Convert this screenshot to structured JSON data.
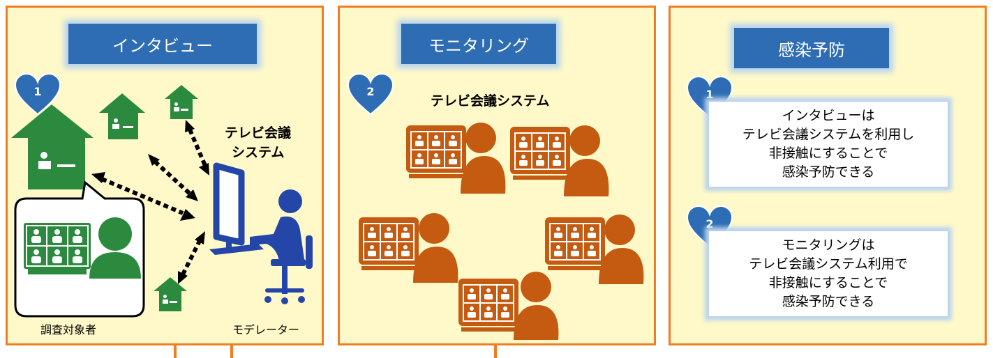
{
  "panels": [
    {
      "title": "インタビュー",
      "heart_number": "1",
      "system_label_line1": "テレビ会議",
      "system_label_line2": "システム",
      "caption_left": "調査対象者",
      "caption_right": "モデレーター"
    },
    {
      "title": "モニタリング",
      "heart_number": "2",
      "system_label": "テレビ会議システム"
    },
    {
      "title": "感染予防",
      "items": [
        {
          "number": "1",
          "lines": [
            "インタビューは",
            "テレビ会議システムを利用し",
            "非接触にすることで",
            "感染予防できる"
          ]
        },
        {
          "number": "2",
          "lines": [
            "モニタリングは",
            "テレビ会議システム利用で",
            "非接触にすることで",
            "感染予防できる"
          ]
        }
      ]
    }
  ],
  "colors": {
    "panel_fill": "#fff9c9",
    "panel_border": "#ef7d22",
    "title_fill": "#2e6db4",
    "heart": "#2e6db4",
    "green": "#2b8a3e",
    "blue_person": "#2346a8",
    "brown": "#c55a11"
  },
  "icons": [
    "heart-icon",
    "house-icon",
    "double-arrow-icon",
    "monitor-icon",
    "person-icon",
    "chair-icon",
    "video-call-screen-icon"
  ]
}
